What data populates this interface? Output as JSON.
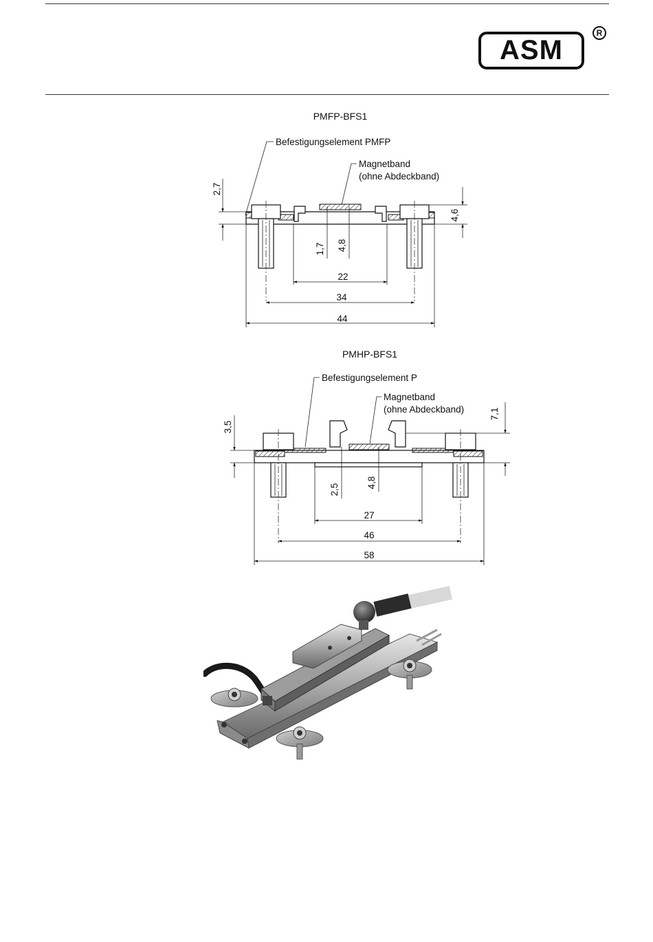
{
  "header": {
    "logo_text": "ASM",
    "logo_registered": "R"
  },
  "drawing_top": {
    "title": "PMFP-BFS1",
    "callout_mount": "Befestigungselement PMFP",
    "callout_band_1": "Magnetband",
    "callout_band_2": "(ohne Abdeckband)",
    "dims": {
      "h_left": "2,7",
      "h_right": "4,6",
      "h_inner_a": "1,7",
      "h_inner_b": "4,8",
      "w_22": "22",
      "w_34": "34",
      "w_44": "44"
    }
  },
  "drawing_bottom": {
    "title": "PMHP-BFS1",
    "callout_mount": "Befestigungselement P",
    "callout_band_1": "Magnetband",
    "callout_band_2": "(ohne Abdeckband)",
    "dims": {
      "h_left": "3,5",
      "h_right": "7,1",
      "h_inner_a": "2,5",
      "h_inner_b": "4,8",
      "w_27": "27",
      "w_46": "46",
      "w_58": "58"
    }
  },
  "photo": {
    "icon": "sensor-mount-photo"
  }
}
